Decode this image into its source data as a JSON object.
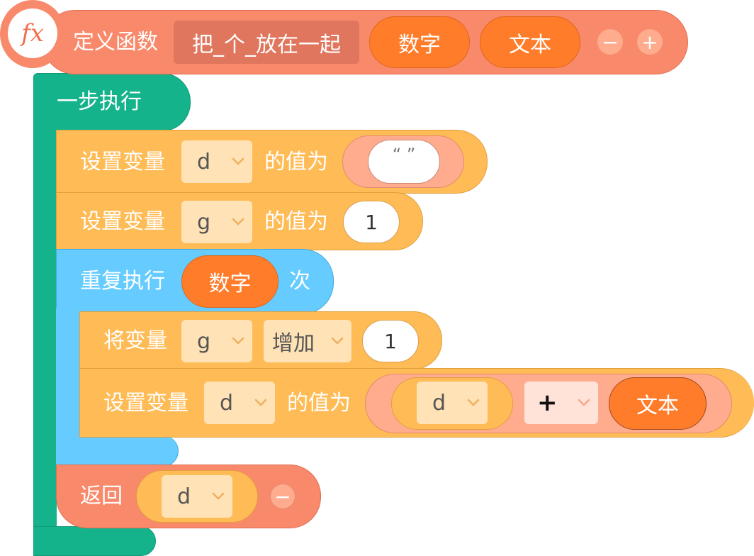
{
  "colors": {
    "function": "#f9896b",
    "do_step": "#15b38b",
    "variable": "#ffbb55",
    "loop": "#66ccff",
    "param": "#ff7c2a",
    "text_slot": "#ffab8e"
  },
  "func_def": {
    "icon_label": "fx",
    "title": "定义函数",
    "name_value": "把_个_放在一起",
    "params": [
      "数字",
      "文本"
    ],
    "minus": "−",
    "plus": "+"
  },
  "do_step": {
    "label": "一步执行"
  },
  "set_d_empty": {
    "label": "设置变量",
    "var": "d",
    "value_label": "的值为",
    "text_value": "“ ”"
  },
  "set_g_one": {
    "label": "设置变量",
    "var": "g",
    "value_label": "的值为",
    "number": "1"
  },
  "repeat": {
    "label": "重复执行",
    "param": "数字",
    "suffix": "次"
  },
  "change_g": {
    "label": "将变量",
    "var": "g",
    "op": "增加",
    "number": "1"
  },
  "set_d_join": {
    "label": "设置变量",
    "var": "d",
    "value_label": "的值为",
    "left_var": "d",
    "operator": "+",
    "param": "文本"
  },
  "return_block": {
    "label": "返回",
    "var": "d",
    "minus": "−"
  }
}
